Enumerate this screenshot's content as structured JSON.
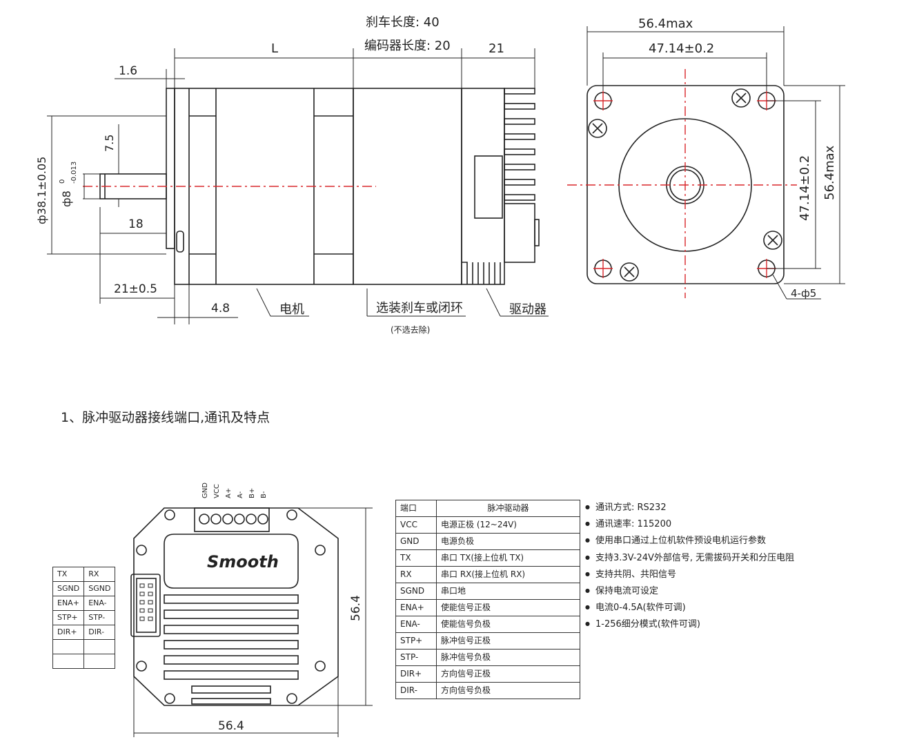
{
  "dimensions": {
    "brake_length": "刹车长度: 40",
    "encoder_length": "编码器长度: 20",
    "L": "L",
    "d21": "21",
    "d1_6": "1.6",
    "d7_5": "7.5",
    "d38": "ф38.1±0.05",
    "d8": "ф8",
    "d8_tol_top": "0",
    "d8_tol_bot": "-0.013",
    "d18": "18",
    "d21_05": "21±0.5",
    "d4_8": "4.8",
    "motor": "电机",
    "optional": "选装刹车或闭环",
    "optional_note": "(不选去除)",
    "driver": "驱动器",
    "w56_max": "56.4max",
    "w47": "47.14±0.2",
    "h47": "47.14±0.2",
    "h56_max": "56.4max",
    "holes": "4-ф5"
  },
  "section_title": "1、脉冲驱动器接线端口,通讯及特点",
  "connector": {
    "pins": [
      "GND",
      "VCC",
      "A+",
      "A-",
      "B+",
      "B-"
    ],
    "brand": "Smooth",
    "width": "56.4",
    "height": "56.4"
  },
  "small_table": [
    [
      "TX",
      "RX"
    ],
    [
      "SGND",
      "SGND"
    ],
    [
      "ENA+",
      "ENA-"
    ],
    [
      "STP+",
      "STP-"
    ],
    [
      "DIR+",
      "DIR-"
    ],
    [
      "",
      ""
    ],
    [
      "",
      ""
    ]
  ],
  "pin_table": {
    "headers": [
      "端口",
      "脉冲驱动器"
    ],
    "rows": [
      [
        "VCC",
        "电源正极 (12~24V)"
      ],
      [
        "GND",
        "电源负极"
      ],
      [
        "TX",
        "串口 TX(接上位机 TX)"
      ],
      [
        "RX",
        "串口 RX(接上位机 RX)"
      ],
      [
        "SGND",
        "串口地"
      ],
      [
        "ENA+",
        "使能信号正极"
      ],
      [
        "ENA-",
        "使能信号负极"
      ],
      [
        "STP+",
        "脉冲信号正极"
      ],
      [
        "STP-",
        "脉冲信号负极"
      ],
      [
        "DIR+",
        "方向信号正极"
      ],
      [
        "DIR-",
        "方向信号负极"
      ]
    ]
  },
  "features": [
    "通讯方式: RS232",
    "通讯速率: 115200",
    "使用串口通过上位机软件预设电机运行参数",
    "支持3.3V-24V外部信号, 无需拔码开关和分压电阻",
    "支持共阴、共阳信号",
    "保持电流可设定",
    "电流0-4.5A(软件可调)",
    "1-256细分模式(软件可调)"
  ]
}
